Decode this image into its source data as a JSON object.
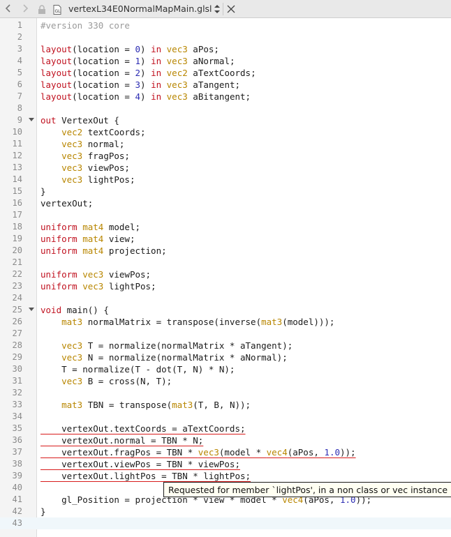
{
  "tab": {
    "filename": "vertexL34E0NormalMapMain.glsl"
  },
  "icons": {
    "back": "chevron-left-icon",
    "forward": "chevron-right-icon",
    "lock": "lock-icon",
    "document": "glsl-document-icon",
    "switcher": "up-down-arrows-icon",
    "close": "close-icon"
  },
  "colors": {
    "keyword": "#c0111f",
    "type": "#b88600",
    "number": "#2d2db3",
    "comment": "#9a9a9a",
    "error_underline": "#d81b1b"
  },
  "lines": [
    {
      "n": "1",
      "tokens": [
        [
          "cm",
          "#version 330 core"
        ]
      ]
    },
    {
      "n": "2",
      "tokens": []
    },
    {
      "n": "3",
      "tokens": [
        [
          "kw",
          "layout"
        ],
        [
          "",
          "(location = "
        ],
        [
          "num",
          "0"
        ],
        [
          "",
          ") "
        ],
        [
          "kw",
          "in"
        ],
        [
          "",
          "",
          " "
        ],
        [
          "ty",
          "vec3"
        ],
        [
          "",
          " aPos;"
        ]
      ]
    },
    {
      "n": "4",
      "tokens": [
        [
          "kw",
          "layout"
        ],
        [
          "",
          "(location = "
        ],
        [
          "num",
          "1"
        ],
        [
          "",
          ") "
        ],
        [
          "kw",
          "in"
        ],
        [
          "",
          " "
        ],
        [
          "ty",
          "vec3"
        ],
        [
          "",
          " aNormal;"
        ]
      ]
    },
    {
      "n": "5",
      "tokens": [
        [
          "kw",
          "layout"
        ],
        [
          "",
          "(location = "
        ],
        [
          "num",
          "2"
        ],
        [
          "",
          ") "
        ],
        [
          "kw",
          "in"
        ],
        [
          "",
          " "
        ],
        [
          "ty",
          "vec2"
        ],
        [
          "",
          " aTextCoords;"
        ]
      ]
    },
    {
      "n": "6",
      "tokens": [
        [
          "kw",
          "layout"
        ],
        [
          "",
          "(location = "
        ],
        [
          "num",
          "3"
        ],
        [
          "",
          ") "
        ],
        [
          "kw",
          "in"
        ],
        [
          "",
          " "
        ],
        [
          "ty",
          "vec3"
        ],
        [
          "",
          " aTangent;"
        ]
      ]
    },
    {
      "n": "7",
      "tokens": [
        [
          "kw",
          "layout"
        ],
        [
          "",
          "(location = "
        ],
        [
          "num",
          "4"
        ],
        [
          "",
          ") "
        ],
        [
          "kw",
          "in"
        ],
        [
          "",
          " "
        ],
        [
          "ty",
          "vec3"
        ],
        [
          "",
          " aBitangent;"
        ]
      ]
    },
    {
      "n": "8",
      "tokens": []
    },
    {
      "n": "9",
      "fold": true,
      "tokens": [
        [
          "kw",
          "out"
        ],
        [
          "",
          " VertexOut {"
        ]
      ]
    },
    {
      "n": "10",
      "tokens": [
        [
          "",
          "    "
        ],
        [
          "ty",
          "vec2"
        ],
        [
          "",
          " textCoords;"
        ]
      ]
    },
    {
      "n": "11",
      "tokens": [
        [
          "",
          "    "
        ],
        [
          "ty",
          "vec3"
        ],
        [
          "",
          " normal;"
        ]
      ]
    },
    {
      "n": "12",
      "tokens": [
        [
          "",
          "    "
        ],
        [
          "ty",
          "vec3"
        ],
        [
          "",
          " fragPos;"
        ]
      ]
    },
    {
      "n": "13",
      "tokens": [
        [
          "",
          "    "
        ],
        [
          "ty",
          "vec3"
        ],
        [
          "",
          " viewPos;"
        ]
      ]
    },
    {
      "n": "14",
      "tokens": [
        [
          "",
          "    "
        ],
        [
          "ty",
          "vec3"
        ],
        [
          "",
          " lightPos;"
        ]
      ]
    },
    {
      "n": "15",
      "tokens": [
        [
          "",
          "}"
        ]
      ]
    },
    {
      "n": "16",
      "tokens": [
        [
          "",
          "vertexOut;"
        ]
      ]
    },
    {
      "n": "17",
      "tokens": []
    },
    {
      "n": "18",
      "tokens": [
        [
          "kw",
          "uniform"
        ],
        [
          "",
          " "
        ],
        [
          "ty",
          "mat4"
        ],
        [
          "",
          " model;"
        ]
      ]
    },
    {
      "n": "19",
      "tokens": [
        [
          "kw",
          "uniform"
        ],
        [
          "",
          " "
        ],
        [
          "ty",
          "mat4"
        ],
        [
          "",
          " view;"
        ]
      ]
    },
    {
      "n": "20",
      "tokens": [
        [
          "kw",
          "uniform"
        ],
        [
          "",
          " "
        ],
        [
          "ty",
          "mat4"
        ],
        [
          "",
          " projection;"
        ]
      ]
    },
    {
      "n": "21",
      "tokens": []
    },
    {
      "n": "22",
      "tokens": [
        [
          "kw",
          "uniform"
        ],
        [
          "",
          " "
        ],
        [
          "ty",
          "vec3"
        ],
        [
          "",
          " viewPos;"
        ]
      ]
    },
    {
      "n": "23",
      "tokens": [
        [
          "kw",
          "uniform"
        ],
        [
          "",
          " "
        ],
        [
          "ty",
          "vec3"
        ],
        [
          "",
          " lightPos;"
        ]
      ]
    },
    {
      "n": "24",
      "tokens": []
    },
    {
      "n": "25",
      "fold": true,
      "tokens": [
        [
          "kw",
          "void"
        ],
        [
          "",
          " main() {"
        ]
      ]
    },
    {
      "n": "26",
      "tokens": [
        [
          "",
          "    "
        ],
        [
          "ty",
          "mat3"
        ],
        [
          "",
          " normalMatrix = transpose(inverse("
        ],
        [
          "ty",
          "mat3"
        ],
        [
          "",
          "(model)));"
        ]
      ]
    },
    {
      "n": "27",
      "tokens": []
    },
    {
      "n": "28",
      "tokens": [
        [
          "",
          "    "
        ],
        [
          "ty",
          "vec3"
        ],
        [
          "",
          " T = normalize(normalMatrix * aTangent);"
        ]
      ]
    },
    {
      "n": "29",
      "tokens": [
        [
          "",
          "    "
        ],
        [
          "ty",
          "vec3"
        ],
        [
          "",
          " N = normalize(normalMatrix * aNormal);"
        ]
      ]
    },
    {
      "n": "30",
      "tokens": [
        [
          "",
          "    T = normalize(T - dot(T, N) * N);"
        ]
      ]
    },
    {
      "n": "31",
      "tokens": [
        [
          "",
          "    "
        ],
        [
          "ty",
          "vec3"
        ],
        [
          "",
          " B = cross(N, T);"
        ]
      ]
    },
    {
      "n": "32",
      "tokens": []
    },
    {
      "n": "33",
      "tokens": [
        [
          "",
          "    "
        ],
        [
          "ty",
          "mat3"
        ],
        [
          "",
          " TBN = transpose("
        ],
        [
          "ty",
          "mat3"
        ],
        [
          "",
          "(T, B, N));"
        ]
      ]
    },
    {
      "n": "34",
      "tokens": []
    },
    {
      "n": "35",
      "error": true,
      "tokens": [
        [
          "",
          "    vertexOut.textCoords = aTextCoords;"
        ]
      ]
    },
    {
      "n": "36",
      "error": true,
      "tokens": [
        [
          "",
          "    vertexOut.normal = TBN * N;"
        ]
      ]
    },
    {
      "n": "37",
      "error": true,
      "tokens": [
        [
          "",
          "    vertexOut.fragPos = TBN * "
        ],
        [
          "ty",
          "vec3"
        ],
        [
          "",
          "(model * "
        ],
        [
          "ty",
          "vec4"
        ],
        [
          "",
          "(aPos, "
        ],
        [
          "num",
          "1.0"
        ],
        [
          "",
          "));"
        ]
      ]
    },
    {
      "n": "38",
      "error": true,
      "tokens": [
        [
          "",
          "    vertexOut.viewPos = TBN * viewPos;"
        ]
      ]
    },
    {
      "n": "39",
      "error": true,
      "tokens": [
        [
          "",
          "    vertexOut.lightPos = TBN * lightPos;"
        ]
      ]
    },
    {
      "n": "40",
      "tokens": []
    },
    {
      "n": "41",
      "tokens": [
        [
          "",
          "    gl_Position = projection * view * model * "
        ],
        [
          "ty",
          "vec4"
        ],
        [
          "",
          "(aPos, "
        ],
        [
          "num",
          "1.0"
        ],
        [
          "",
          "));"
        ]
      ]
    },
    {
      "n": "42",
      "tokens": [
        [
          "",
          "}"
        ]
      ]
    },
    {
      "n": "43",
      "current": true,
      "tokens": []
    }
  ],
  "tooltip": {
    "text": "Requested for member `lightPos', in a non class or vec instance"
  }
}
